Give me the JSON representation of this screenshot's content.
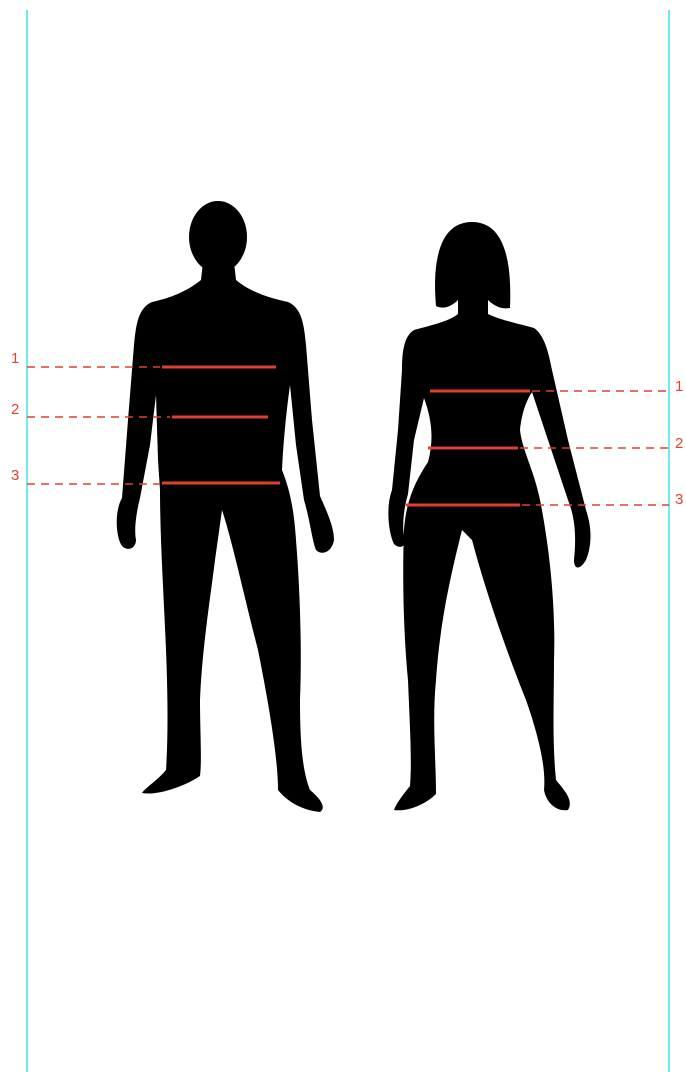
{
  "colors": {
    "background": "#ffffff",
    "guide": "#6fe9ee",
    "silhouette": "#000000",
    "measure": "#e0412f"
  },
  "male": {
    "measurements": [
      {
        "label": "1"
      },
      {
        "label": "2"
      },
      {
        "label": "3"
      }
    ]
  },
  "female": {
    "measurements": [
      {
        "label": "1"
      },
      {
        "label": "2"
      },
      {
        "label": "3"
      }
    ]
  }
}
